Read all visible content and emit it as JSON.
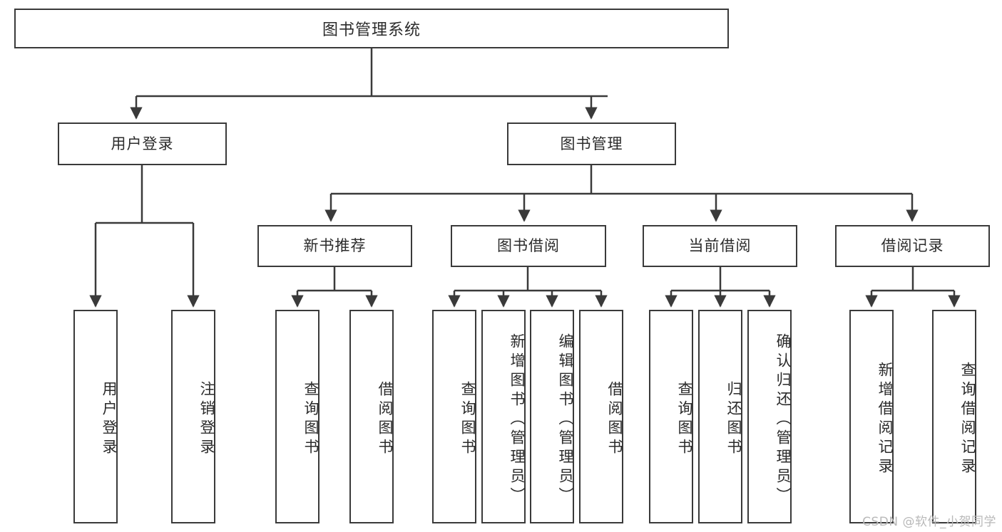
{
  "diagram": {
    "type": "tree-hierarchy",
    "title": "图书管理系统",
    "colors": {
      "box_border": "#3a3a3a",
      "box_fill": "#ffffff",
      "text": "#2b2b2b",
      "edge": "#3a3a3a",
      "watermark": "#b9b9b9",
      "background": "#ffffff"
    },
    "root": {
      "label": "图书管理系统"
    },
    "level1": [
      {
        "label": "用户登录"
      },
      {
        "label": "图书管理"
      }
    ],
    "level2": [
      {
        "label": "新书推荐"
      },
      {
        "label": "图书借阅"
      },
      {
        "label": "当前借阅"
      },
      {
        "label": "借阅记录"
      }
    ],
    "leaves": {
      "user_login": [
        {
          "label": "用户登录"
        },
        {
          "label": "注销登录"
        }
      ],
      "new_book_recommend": [
        {
          "label": "查询图书"
        },
        {
          "label": "借阅图书"
        }
      ],
      "book_borrow": [
        {
          "label": "查询图书"
        },
        {
          "label": "新增图书（管理员）"
        },
        {
          "label": "编辑图书（管理员）"
        },
        {
          "label": "借阅图书"
        }
      ],
      "current_borrow": [
        {
          "label": "查询图书"
        },
        {
          "label": "归还图书"
        },
        {
          "label": "确认归还（管理员）"
        }
      ],
      "borrow_record": [
        {
          "label": "新增借阅记录"
        },
        {
          "label": "查询借阅记录"
        }
      ]
    }
  },
  "watermark": {
    "text": "CSDN @软件_小贺同学"
  }
}
